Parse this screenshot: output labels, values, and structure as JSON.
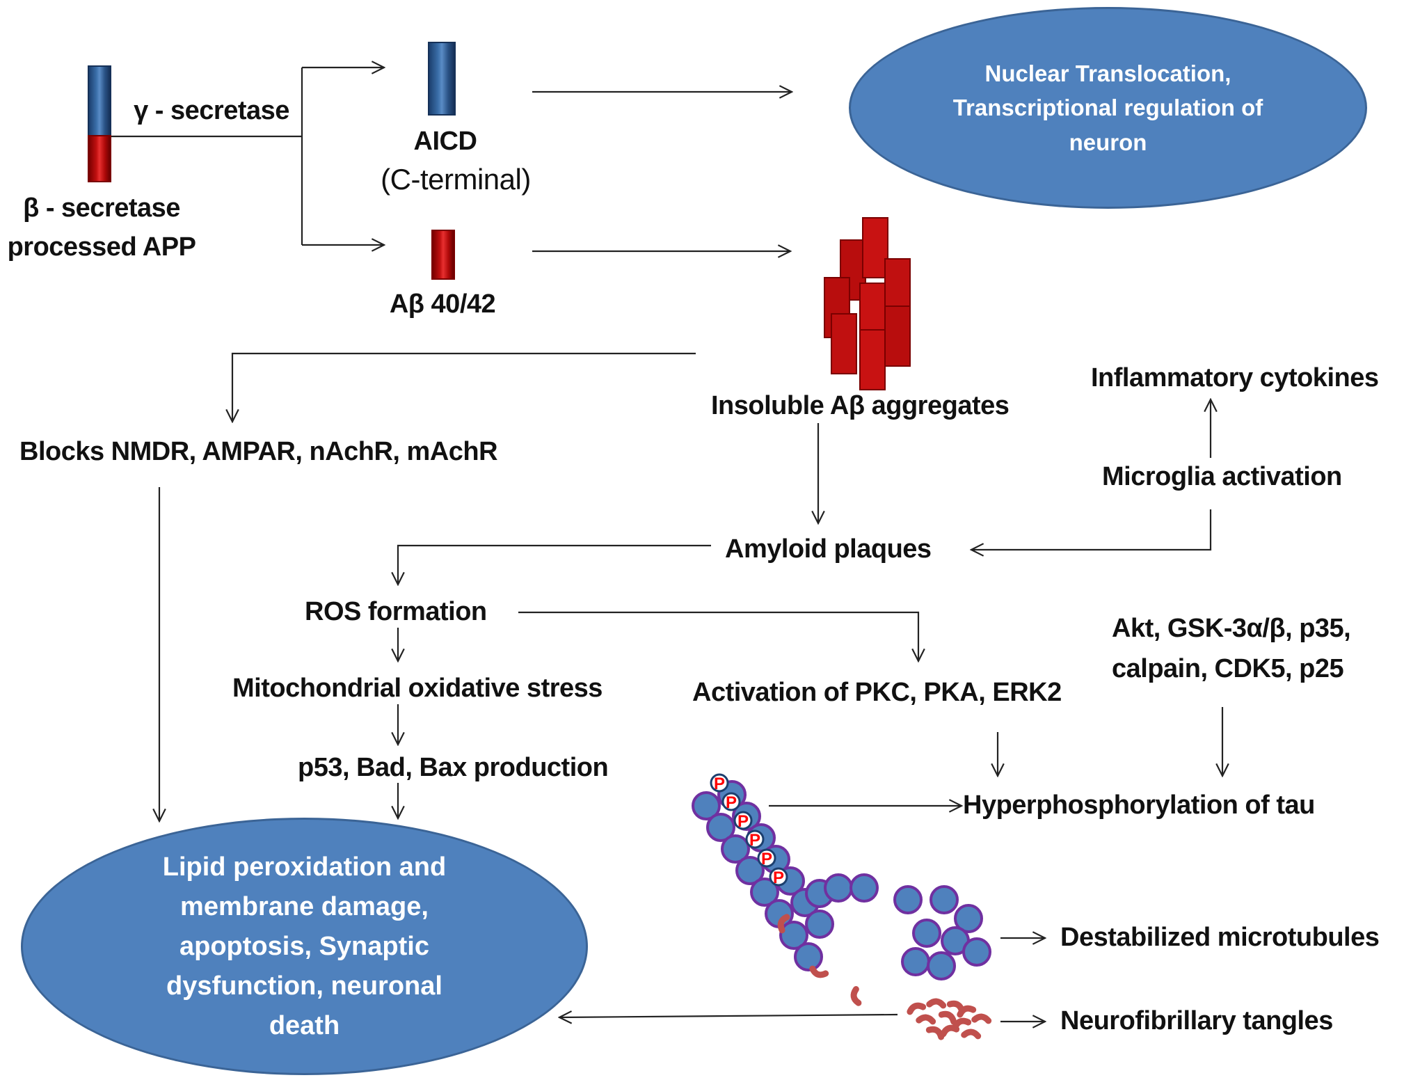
{
  "title": "Amyloid precursor protein processing and tau pathology pathway",
  "colors": {
    "ellipse_fill": "#4f81bd",
    "ellipse_text": "#ffffff",
    "ab_red": "#c01010",
    "aicd_blue": "#2a5386",
    "tau_bead": "#4f81bd",
    "tau_outline": "#7030a0",
    "tangle_red": "#c0504d",
    "phospho_label": "#ff0000"
  },
  "nodes": {
    "app": {
      "line1": "β - secretase",
      "line2": "processed APP"
    },
    "gamma_secretase": "γ - secretase",
    "aicd": {
      "line1": "AICD",
      "line2": "(C-terminal)"
    },
    "abeta": "Aβ 40/42",
    "nuclear": {
      "lines": [
        "Nuclear Translocation,",
        "Transcriptional regulation of",
        "neuron"
      ]
    },
    "insoluble": "Insoluble Aβ aggregates",
    "blocks": "Blocks NMDR, AMPAR, nAchR, mAchR",
    "inflammatory": "Inflammatory  cytokines",
    "microglia": "Microglia  activation",
    "amyloid": "Amyloid  plaques",
    "ros": "ROS formation",
    "mito": "Mitochondrial  oxidative  stress",
    "p53": "p53,  Bad,  Bax production",
    "pkc": "Activation  of PKC,  PKA,  ERK2",
    "akt": {
      "line1": "Akt,  GSK-3α/β,  p35,",
      "line2": "calpain,  CDK5,  p25"
    },
    "hyper": "Hyperphosphorylation  of tau",
    "destab": "Destabilized  microtubules",
    "nft": "Neurofibrillary  tangles",
    "lipid": {
      "lines": [
        "Lipid peroxidation  and",
        "membrane  damage,",
        "apoptosis,  Synaptic",
        "dysfunction,  neuronal",
        "death"
      ]
    }
  },
  "phospho_marker": "P"
}
